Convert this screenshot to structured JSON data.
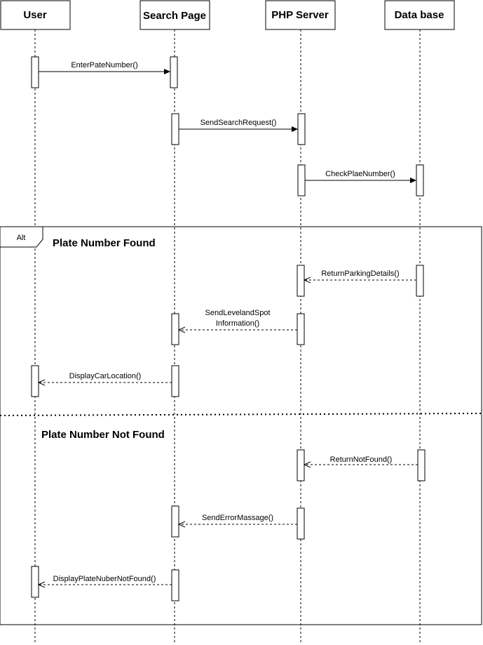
{
  "actors": [
    {
      "id": "user",
      "label": "User"
    },
    {
      "id": "search",
      "label": "Search Page"
    },
    {
      "id": "server",
      "label": "PHP Server"
    },
    {
      "id": "db",
      "label": "Data base"
    }
  ],
  "messages": [
    {
      "id": "m1",
      "lines": [
        "EnterPateNumber()"
      ],
      "style": "solid"
    },
    {
      "id": "m2",
      "lines": [
        "SendSearchRequest()"
      ],
      "style": "solid"
    },
    {
      "id": "m3",
      "lines": [
        "CheckPlaeNumber()"
      ],
      "style": "solid"
    },
    {
      "id": "m4",
      "lines": [
        "ReturnParkingDetails()"
      ],
      "style": "dashed"
    },
    {
      "id": "m5",
      "lines": [
        "SendLevelandSpot",
        "Information()"
      ],
      "style": "dashed"
    },
    {
      "id": "m6",
      "lines": [
        "DisplayCarLocation()"
      ],
      "style": "dashed"
    },
    {
      "id": "m7",
      "lines": [
        "ReturnNotFound()"
      ],
      "style": "dashed"
    },
    {
      "id": "m8",
      "lines": [
        "SendErrorMassage()"
      ],
      "style": "dashed"
    },
    {
      "id": "m9",
      "lines": [
        "DisplayPlateNuberNotFound()"
      ],
      "style": "dashed"
    }
  ],
  "fragment": {
    "operator": "Alt",
    "guards": [
      "Plate Number Found",
      "Plate Number Not Found"
    ]
  },
  "colors": {
    "stroke": "#000000",
    "background": "#ffffff"
  }
}
